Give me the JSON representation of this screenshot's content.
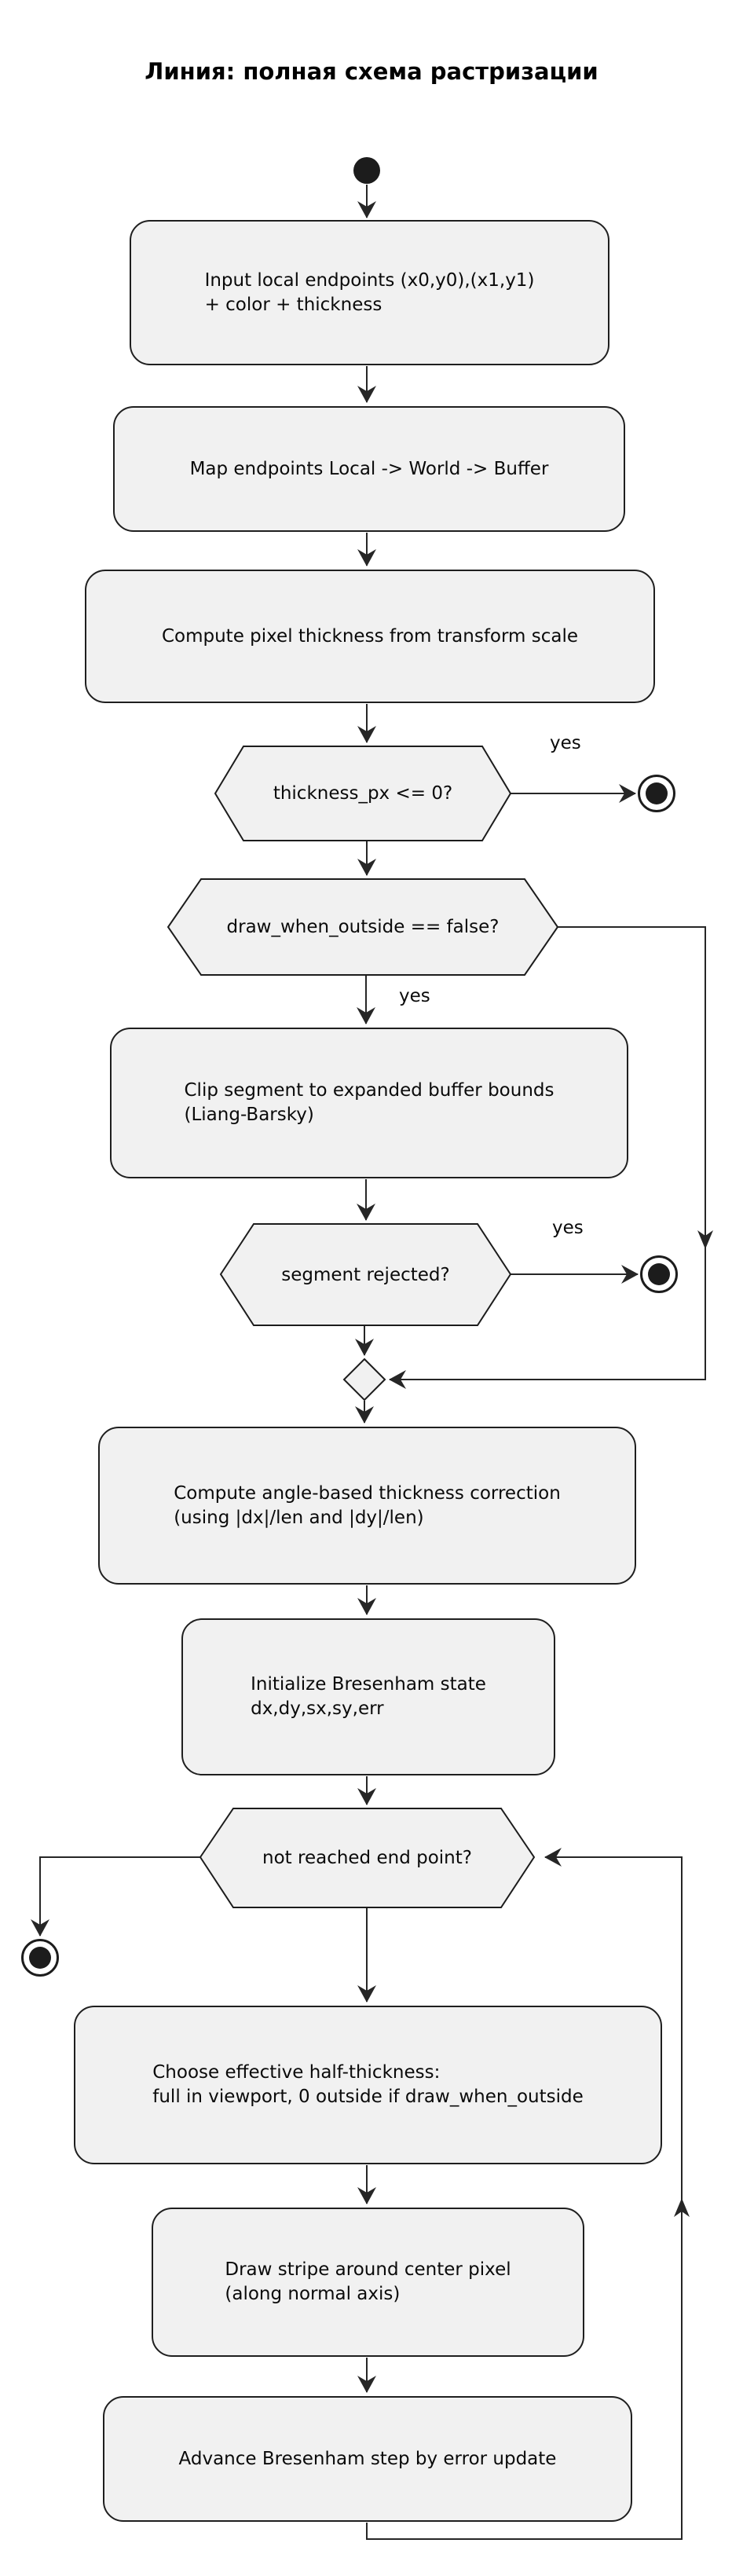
{
  "title": "Линия: полная схема растризации",
  "colors": {
    "node_fill": "#F1F1F1",
    "node_border": "#1C1C1C",
    "edge": "#262626",
    "text": "#000000",
    "terminal_fill": "#1C1C1C"
  },
  "nodes": {
    "input": {
      "line1": "Input local endpoints (x0,y0),(x1,y1)",
      "line2": "+ color + thickness"
    },
    "map_endpoints": {
      "line1": "Map endpoints Local -> World -> Buffer"
    },
    "compute_thickness": {
      "line1": "Compute pixel thickness from transform scale"
    },
    "clip_segment": {
      "line1": "Clip segment to expanded buffer bounds",
      "line2": "(Liang-Barsky)"
    },
    "angle_correction": {
      "line1": "Compute angle-based thickness correction",
      "line2": "(using |dx|/len and |dy|/len)"
    },
    "init_bresenham": {
      "line1": "Initialize Bresenham state",
      "line2": "dx,dy,sx,sy,err"
    },
    "choose_half_thickness": {
      "line1": "Choose effective half-thickness:",
      "line2": "full in viewport, 0 outside if draw_when_outside"
    },
    "draw_stripe": {
      "line1": "Draw stripe around center pixel",
      "line2": "(along normal axis)"
    },
    "advance_step": {
      "line1": "Advance Bresenham step by error update"
    }
  },
  "decisions": {
    "thickness_check": {
      "label": "thickness_px <= 0?"
    },
    "outside_check": {
      "label": "draw_when_outside == false?"
    },
    "rejected_check": {
      "label": "segment rejected?"
    },
    "loop_check": {
      "label": "not reached end point?"
    }
  },
  "edge_labels": {
    "thickness_yes": "yes",
    "outside_yes": "yes",
    "rejected_yes": "yes"
  }
}
